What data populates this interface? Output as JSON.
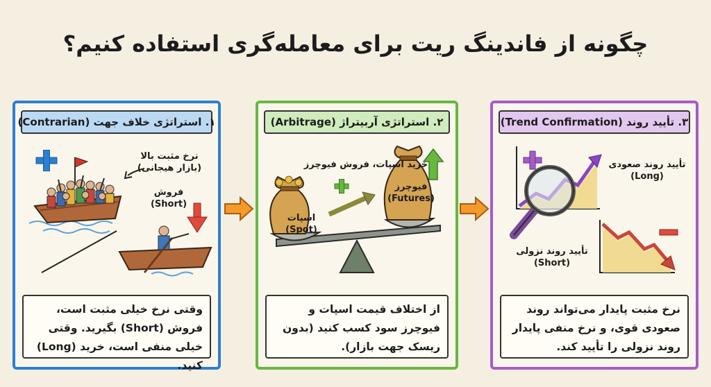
{
  "title": "چگونه از فاندینگ ریت برای معامله‌گری استفاده کنیم؟",
  "panels": [
    {
      "header": "۱. استراتژی خلاف جهت (Contrarian)",
      "labels": {
        "crowd_line1": "نرخ مثبت بالا",
        "crowd_line2": "(بازار هیجانی)",
        "short_line1": "فروش",
        "short_line2": "(Short)"
      },
      "description": "وقتی نرخ خیلی مثبت است، فروش (Short) بگیرید. وقتی خیلی منفی است، خرید (Long) کنید."
    },
    {
      "header": "۲. استراتژی آربیتراژ (Arbitrage)",
      "labels": {
        "top": "خرید اسپات، فروش فیوچرز",
        "spot_line1": "اسپات",
        "spot_line2": "(Spot)",
        "futures_line1": "فیوچرز",
        "futures_line2": "(Futures)"
      },
      "description": "از اختلاف قیمت اسپات و فیوچرز سود کسب کنید (بدون ریسک جهت بازار)."
    },
    {
      "header": "۳. تأیید روند (Trend Confirmation)",
      "labels": {
        "up_line1": "تأیید روند صعودی",
        "up_line2": "(Long)",
        "down_line1": "تأیید روند نزولی",
        "down_line2": "(Short)"
      },
      "description": "نرخ مثبت پایدار می‌تواند روند صعودی قوی، و نرخ منفی پایدار روند نزولی را تأیید کند."
    }
  ],
  "colors": {
    "blue": "#2d7fd0",
    "green": "#66b840",
    "purple": "#a65cc6",
    "orange": "#f39a2a",
    "red": "#e04a3a"
  }
}
